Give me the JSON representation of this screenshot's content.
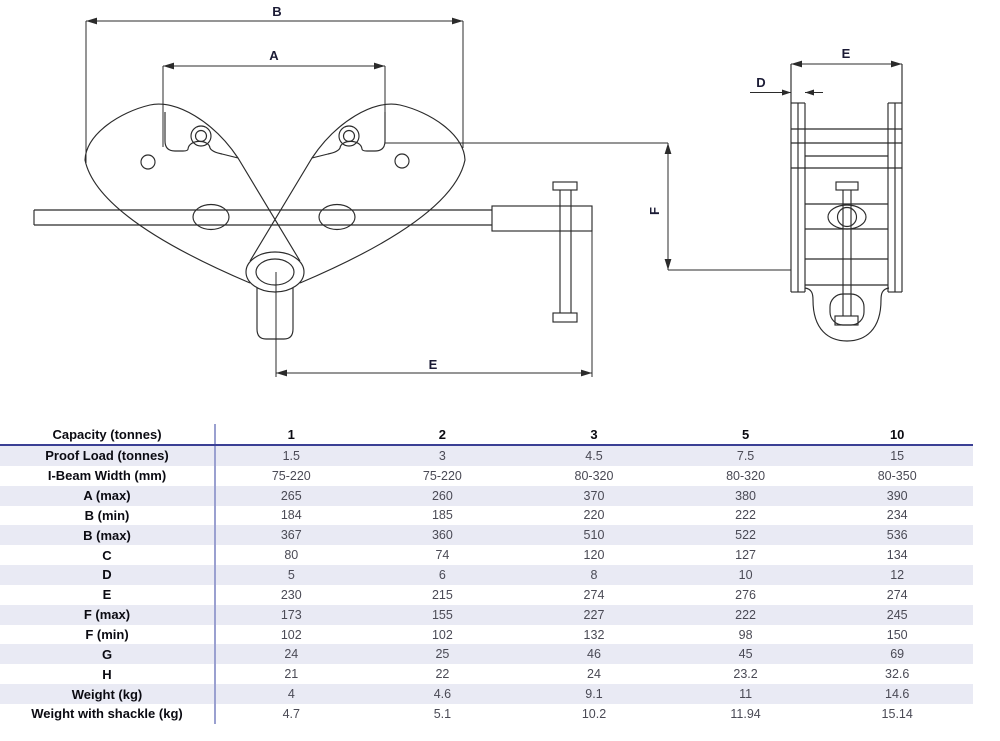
{
  "diagram": {
    "labels": {
      "b": "B",
      "a": "A",
      "e_front": "E",
      "f": "F",
      "d": "D",
      "e_side": "E"
    },
    "line_color": "#2b2b2b",
    "label_color": "#1b1b35"
  },
  "table": {
    "header": {
      "label": "Capacity (tonnes)",
      "columns": [
        "1",
        "2",
        "3",
        "5",
        "10"
      ]
    },
    "rows": [
      {
        "label": "Proof Load (tonnes)",
        "values": [
          "1.5",
          "3",
          "4.5",
          "7.5",
          "15"
        ]
      },
      {
        "label": "I-Beam Width (mm)",
        "values": [
          "75-220",
          "75-220",
          "80-320",
          "80-320",
          "80-350"
        ]
      },
      {
        "label": "A (max)",
        "values": [
          "265",
          "260",
          "370",
          "380",
          "390"
        ]
      },
      {
        "label": "B (min)",
        "values": [
          "184",
          "185",
          "220",
          "222",
          "234"
        ]
      },
      {
        "label": "B (max)",
        "values": [
          "367",
          "360",
          "510",
          "522",
          "536"
        ]
      },
      {
        "label": "C",
        "values": [
          "80",
          "74",
          "120",
          "127",
          "134"
        ]
      },
      {
        "label": "D",
        "values": [
          "5",
          "6",
          "8",
          "10",
          "12"
        ]
      },
      {
        "label": "E",
        "values": [
          "230",
          "215",
          "274",
          "276",
          "274"
        ]
      },
      {
        "label": "F (max)",
        "values": [
          "173",
          "155",
          "227",
          "222",
          "245"
        ]
      },
      {
        "label": "F (min)",
        "values": [
          "102",
          "102",
          "132",
          "98",
          "150"
        ]
      },
      {
        "label": "G",
        "values": [
          "24",
          "25",
          "46",
          "45",
          "69"
        ]
      },
      {
        "label": "H",
        "values": [
          "21",
          "22",
          "24",
          "23.2",
          "32.6"
        ]
      },
      {
        "label": "Weight (kg)",
        "values": [
          "4",
          "4.6",
          "9.1",
          "11",
          "14.6"
        ]
      },
      {
        "label": "Weight with shackle (kg)",
        "values": [
          "4.7",
          "5.1",
          "10.2",
          "11.94",
          "15.14"
        ]
      }
    ],
    "style": {
      "stripe_color": "#e9eaf4",
      "rule_color": "#3a3f94",
      "divider_color": "#9aa0d0",
      "value_color": "#4a4a55"
    }
  }
}
